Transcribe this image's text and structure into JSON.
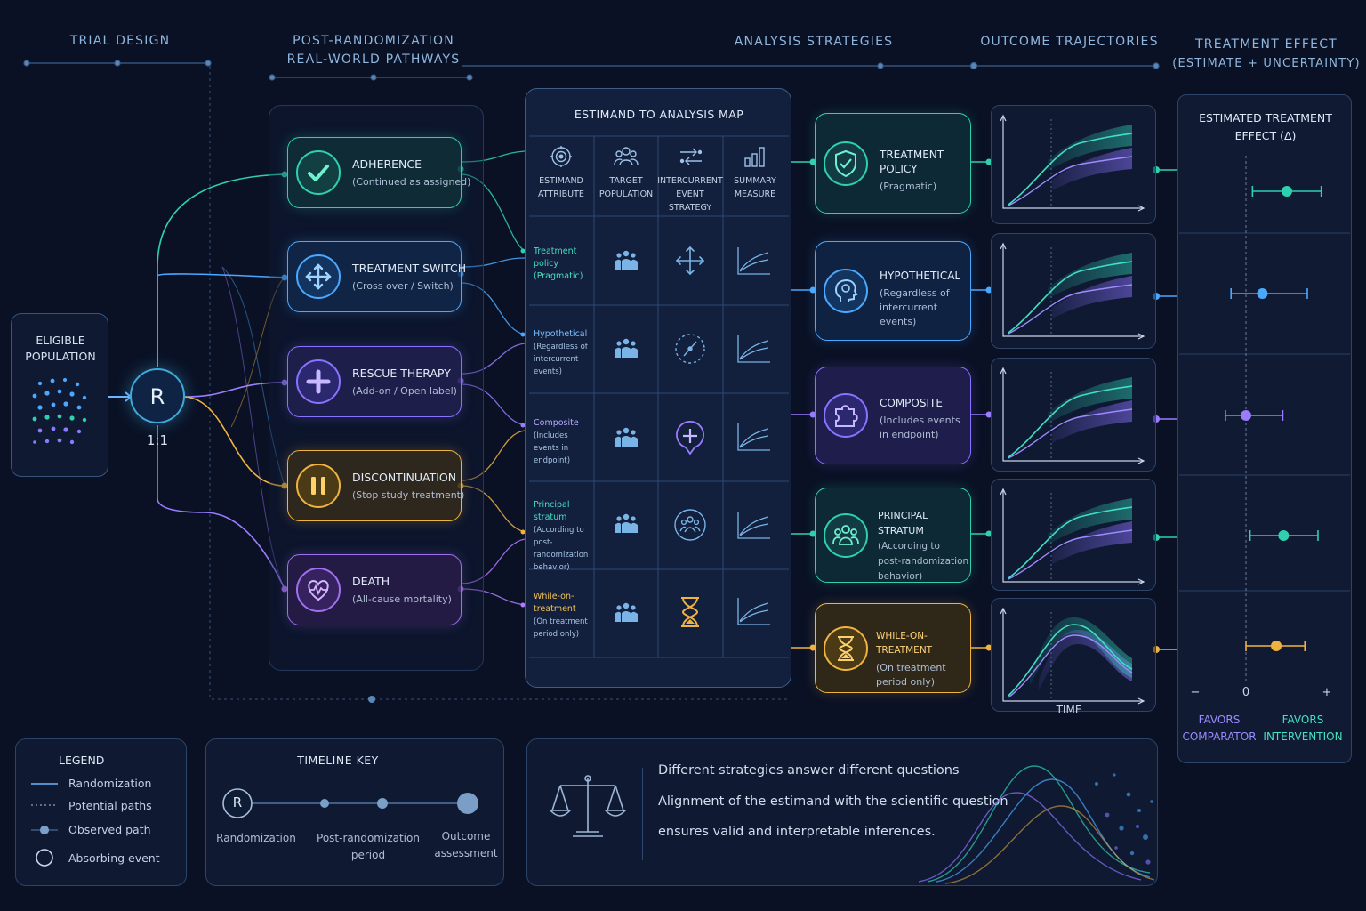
{
  "headers": {
    "trial_design": "TRIAL DESIGN",
    "pathways_1": "POST-RANDOMIZATION",
    "pathways_2": "REAL-WORLD PATHWAYS",
    "analysis": "ANALYSIS STRATEGIES",
    "trajectories": "OUTCOME TRAJECTORIES",
    "effect_1": "TREATMENT EFFECT",
    "effect_2": "(ESTIMATE + UNCERTAINTY)"
  },
  "eligible": {
    "line1": "ELIGIBLE",
    "line2": "POPULATION"
  },
  "randomization": {
    "symbol": "R",
    "ratio": "1:1"
  },
  "pathways": [
    {
      "title": "ADHERENCE",
      "sub": "(Continued as assigned)",
      "color": "#2fd0b0",
      "icon": "check-icon"
    },
    {
      "title": "TREATMENT SWITCH",
      "sub": "(Cross over / Switch)",
      "color": "#4aa8ff",
      "icon": "switch-arrows-icon"
    },
    {
      "title": "RESCUE THERAPY",
      "sub": "(Add-on / Open label)",
      "color": "#9a7cff",
      "icon": "plus-icon"
    },
    {
      "title": "DISCONTINUATION",
      "sub": "(Stop study treatment)",
      "color": "#f0b340",
      "icon": "pause-icon"
    },
    {
      "title": "DEATH",
      "sub": "(All-cause mortality)",
      "color": "#b57bff",
      "icon": "heart-pulse-icon"
    }
  ],
  "map": {
    "title": "ESTIMAND TO ANALYSIS MAP",
    "columns": [
      {
        "l1": "ESTIMAND",
        "l2": "ATTRIBUTE",
        "l3": ""
      },
      {
        "l1": "TARGET",
        "l2": "POPULATION",
        "l3": ""
      },
      {
        "l1": "INTERCURRENT",
        "l2": "EVENT",
        "l3": "STRATEGY"
      },
      {
        "l1": "SUMMARY",
        "l2": "MEASURE",
        "l3": ""
      }
    ],
    "rows": [
      {
        "name": "Treatment policy",
        "desc": "(Pragmatic)",
        "color": "#2fd0b0"
      },
      {
        "name": "Hypothetical",
        "desc": "(Regardless of intercurrent events)",
        "color": "#4aa8ff"
      },
      {
        "name": "Composite",
        "desc": "(Includes events in endpoint)",
        "color": "#9a7cff"
      },
      {
        "name": "Principal stratum",
        "desc": "(According to post-randomization behavior)",
        "color": "#2fd0b0"
      },
      {
        "name": "While-on-treatment",
        "desc": "(On treatment period only)",
        "color": "#f0b340"
      }
    ]
  },
  "strategies": [
    {
      "title": "TREATMENT POLICY",
      "sub1": "(Pragmatic)",
      "sub2": "",
      "sub3": "",
      "color": "#2fd0b0",
      "icon": "shield-check-icon"
    },
    {
      "title": "HYPOTHETICAL",
      "sub1": "(Regardless of",
      "sub2": "intercurrent events)",
      "sub3": "",
      "color": "#4aa8ff",
      "icon": "head-profile-icon"
    },
    {
      "title": "COMPOSITE",
      "sub1": "(Includes events",
      "sub2": "in endpoint)",
      "sub3": "",
      "color": "#9a7cff",
      "icon": "puzzle-icon"
    },
    {
      "title": "PRINCIPAL STRATUM",
      "sub1": "(According to",
      "sub2": "post-randomization",
      "sub3": "behavior)",
      "color": "#2fd0b0",
      "icon": "people-group-icon"
    },
    {
      "title": "WHILE-ON-TREATMENT",
      "sub1": "(On treatment",
      "sub2": "period only)",
      "sub3": "",
      "color": "#f0b340",
      "icon": "hourglass-icon"
    }
  ],
  "trajectory_axis": "TIME",
  "effect": {
    "title_1": "ESTIMATED TREATMENT",
    "title_2": "EFFECT (Δ)",
    "minus": "−",
    "zero": "0",
    "plus": "+",
    "left_1": "FAVORS",
    "left_2": "COMPARATOR",
    "right_1": "FAVORS",
    "right_2": "INTERVENTION",
    "axis_range": [
      -1,
      1
    ],
    "estimates": [
      {
        "estimate": 0.5,
        "lower": 0.08,
        "upper": 0.92,
        "color": "#2fd0b0"
      },
      {
        "estimate": 0.2,
        "lower": -0.35,
        "upper": 0.75,
        "color": "#4aa8ff"
      },
      {
        "estimate": 0.0,
        "lower": -0.48,
        "upper": 0.45,
        "color": "#9a7cff"
      },
      {
        "estimate": 0.46,
        "lower": 0.05,
        "upper": 0.88,
        "color": "#2fd0b0"
      },
      {
        "estimate": 0.37,
        "lower": 0.0,
        "upper": 0.72,
        "color": "#f0b340"
      }
    ]
  },
  "legend": {
    "title": "LEGEND",
    "items": [
      "Randomization",
      "Potential paths",
      "Observed path",
      "Absorbing event"
    ]
  },
  "timeline_key": {
    "title": "TIMELINE KEY",
    "symbol": "R",
    "items": [
      {
        "l1": "Randomization",
        "l2": ""
      },
      {
        "l1": "Post-randomization",
        "l2": "period"
      },
      {
        "l1": "Outcome",
        "l2": "assessment"
      }
    ]
  },
  "message": {
    "line1": "Different strategies answer different questions",
    "line2": "Alignment of the estimand with the scientific question",
    "line3": "ensures valid and interpretable inferences."
  }
}
